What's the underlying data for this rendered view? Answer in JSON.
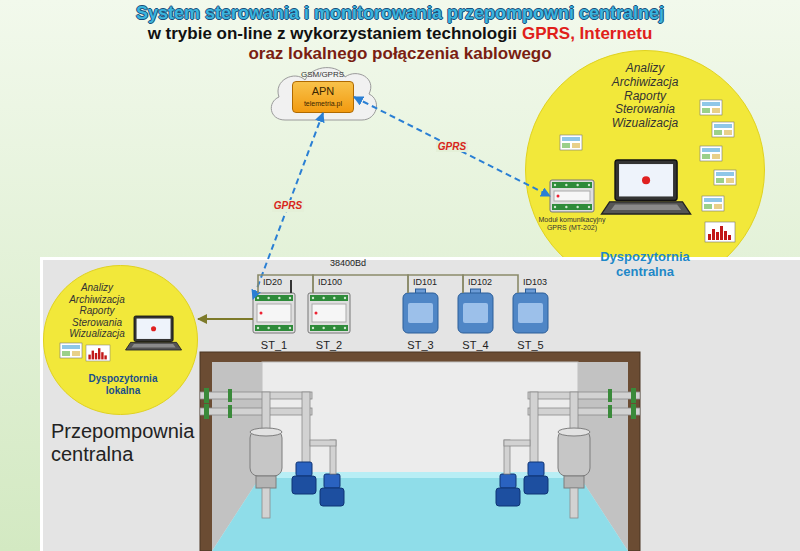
{
  "diagram": {
    "title": "System sterowania i monitorowania przepompowni centralnej",
    "nodes": [
      {
        "text": [
          "GSM/GPRS"
        ]
      },
      {
        "text": [
          "APN",
          "telemetria.pl"
        ],
        "in": 0
      },
      {
        "text": [
          "Analizy Archiwizacja Raporty Sterowania Wizualizacja",
          "Dyspozytornia centralna"
        ]
      },
      {
        "text": [
          "Moduł komunikacyjny GPRS (MT-202)"
        ],
        "in": 2
      },
      {
        "text": [
          "Przepompownia centralna"
        ]
      },
      {
        "text": [
          "Analizy Archiwizacja Raporty Sterowania Wizualizacja",
          "Dyspozytornia lokalna"
        ],
        "in": 4
      },
      {
        "text": [
          "ID20",
          "ST_1"
        ],
        "in": 4
      },
      {
        "text": [
          "ID100",
          "ST_2"
        ],
        "in": 4
      },
      {
        "text": [
          "ID101",
          "ST_3"
        ],
        "in": 4
      },
      {
        "text": [
          "ID102",
          "ST_4"
        ],
        "in": 4
      },
      {
        "text": [
          "ID103",
          "ST_5"
        ],
        "in": 4
      }
    ],
    "edges": [
      {
        "from": 1,
        "to": 3,
        "label": "GPRS",
        "arrow": "both"
      },
      {
        "from": 1,
        "to": 6,
        "label": "GPRS",
        "arrow": "both"
      },
      {
        "from": 6,
        "to": 5,
        "arrow": "to"
      },
      {
        "from": 6,
        "to": 7,
        "arrow": "none"
      },
      {
        "from": 7,
        "to": 8,
        "arrow": "none"
      },
      {
        "from": 8,
        "to": 9,
        "arrow": "none"
      },
      {
        "from": 9,
        "to": 10,
        "arrow": "none"
      }
    ],
    "labels": [
      "w trybie on-line z wykorzystaniem technologii",
      "GPRS, Internetu",
      "oraz lokalnego połączenia kablowego",
      "38400Bd"
    ]
  }
}
